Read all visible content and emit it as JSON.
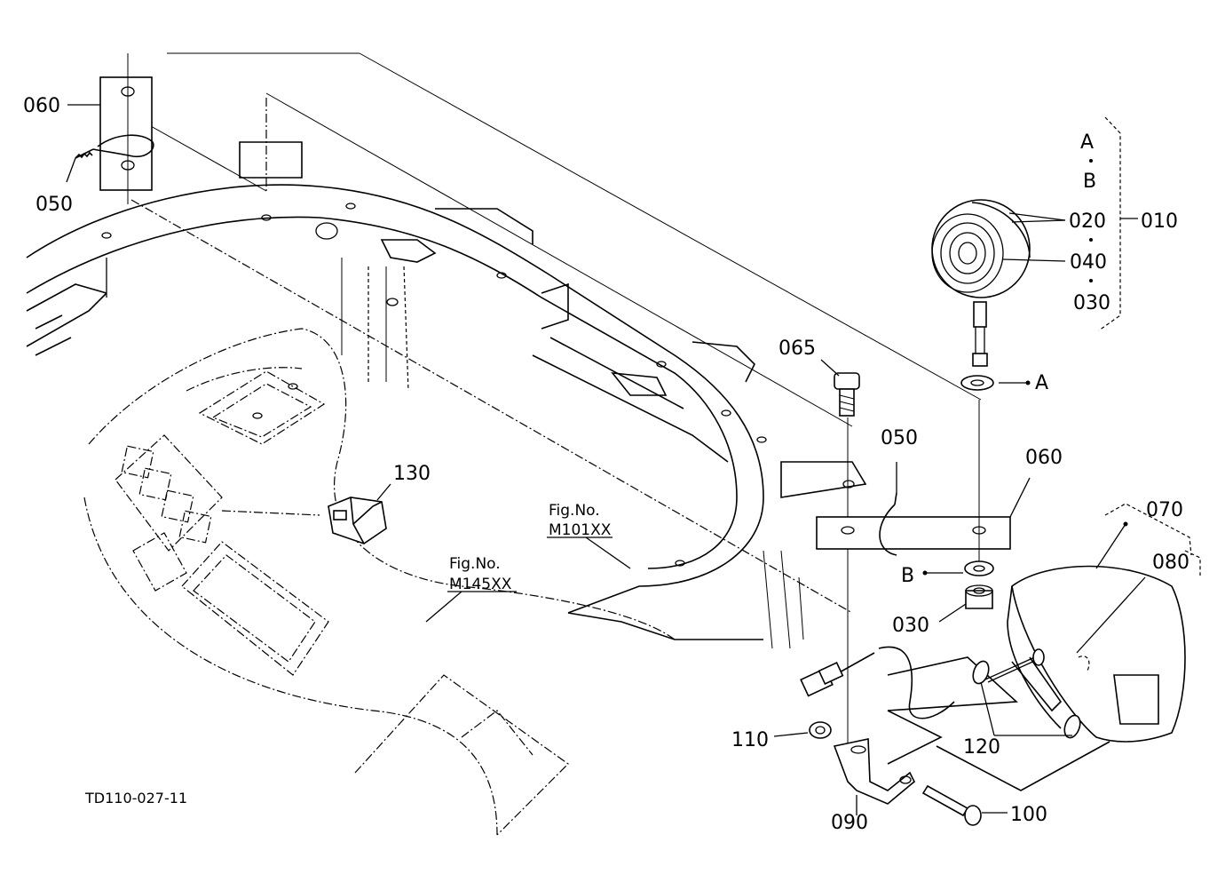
{
  "drawing_id": "TD110-027-11",
  "callouts": {
    "c010": "010",
    "c020": "020",
    "c030_top": "030",
    "c040": "040",
    "c050_top": "050",
    "c050_mid": "050",
    "c060_top": "060",
    "c060_mid": "060",
    "c065": "065",
    "c070": "070",
    "c080": "080",
    "c090": "090",
    "c100": "100",
    "c110": "110",
    "c120": "120",
    "c130": "130",
    "c030_low": "030"
  },
  "markers": {
    "a_top": "A",
    "b_top": "B",
    "a_right": "A",
    "b_left": "B"
  },
  "figure_refs": {
    "ref1_line1": "Fig.No.",
    "ref1_line2": "M101XX",
    "ref2_line1": "Fig.No.",
    "ref2_line2": "M145XX"
  }
}
